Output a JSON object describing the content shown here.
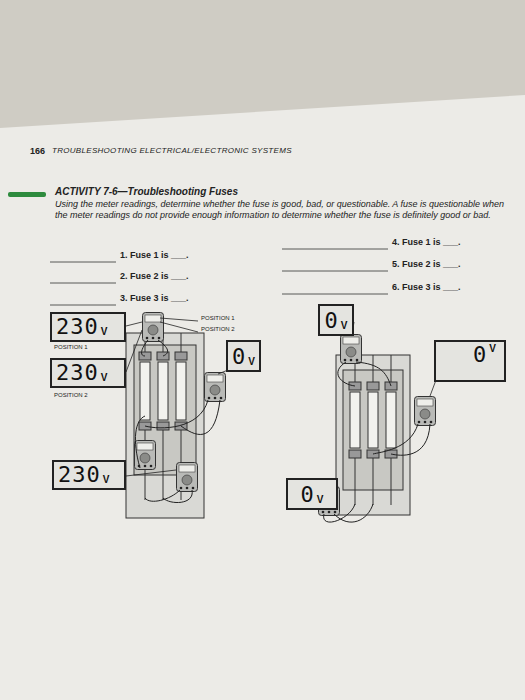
{
  "diagram": {
    "title": "ACTIVITY 7-6—Troubleshooting Fuses",
    "nodes": [
      {
        "text": [
          "230",
          "V"
        ]
      },
      {
        "text": [
          "230",
          "V"
        ]
      },
      {
        "text": [
          "0",
          "V"
        ]
      },
      {
        "text": [
          "230",
          "V"
        ]
      },
      {
        "text": [
          "0",
          "V"
        ]
      },
      {
        "text": [
          "0",
          "V"
        ]
      },
      {
        "text": [
          "0",
          "V"
        ]
      }
    ],
    "labels": [
      "166",
      "TROUBLESHOOTING ELECTRICAL/ELECTRONIC SYSTEMS",
      "Using the meter readings, determine whether the fuse is good, bad, or questionable. A fuse is questionable when the meter readings do not provide enough information to determine whether the fuse is definitely good or bad.",
      "1. Fuse 1 is ___.",
      "2. Fuse 2 is ___.",
      "3. Fuse 3 is ___.",
      "4. Fuse 1 is ___.",
      "5. Fuse 2 is ___.",
      "6. Fuse 3 is ___.",
      "POSITION 1",
      "POSITION 2",
      "POSITION 1",
      "POSITION 2"
    ]
  }
}
